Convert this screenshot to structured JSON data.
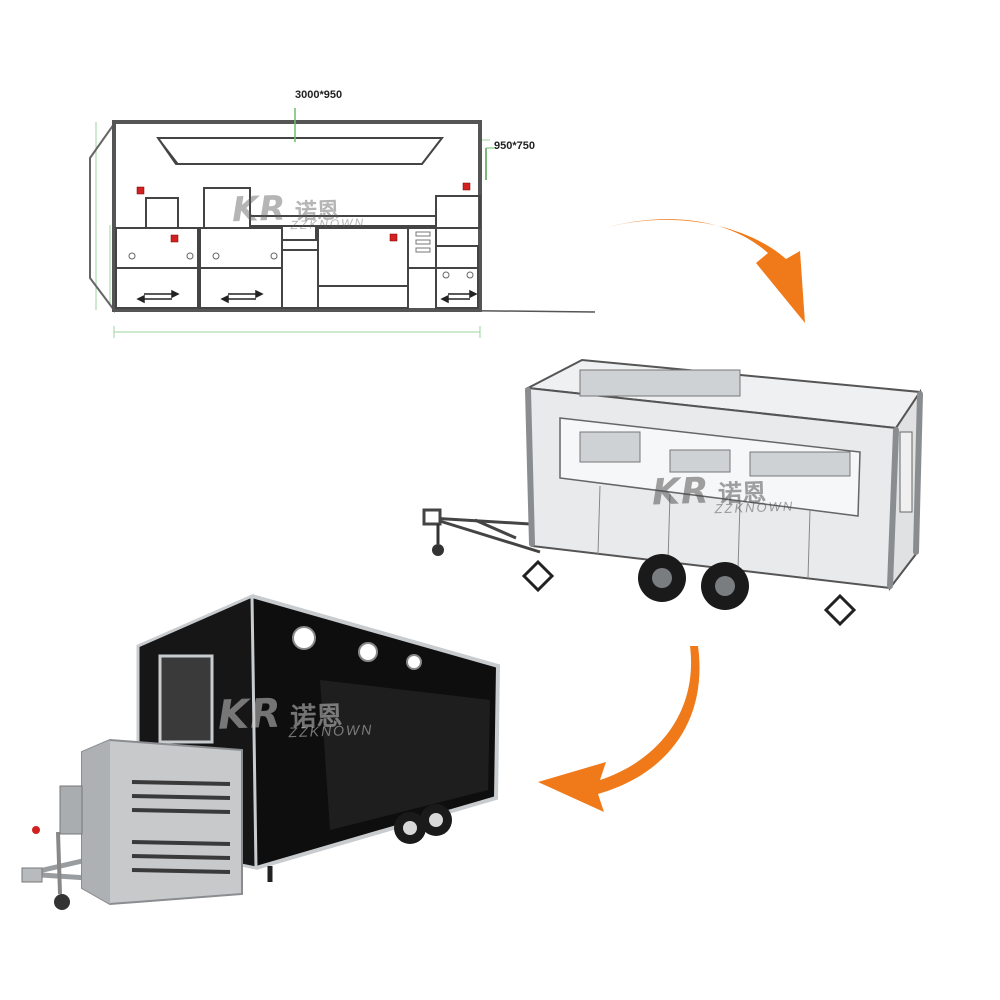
{
  "floor_plan": {
    "top_dimension": "3000*950",
    "side_dimension": "950*750"
  },
  "watermark": {
    "logo_mark": "KR",
    "cn_text": "诺恩",
    "brand": "ZZKNOWN"
  },
  "colors": {
    "arrow": "#f07a1a",
    "trailer_body": "#111111",
    "steel": "#c9cccf",
    "outline": "#555555",
    "marker_red": "#d32020"
  }
}
